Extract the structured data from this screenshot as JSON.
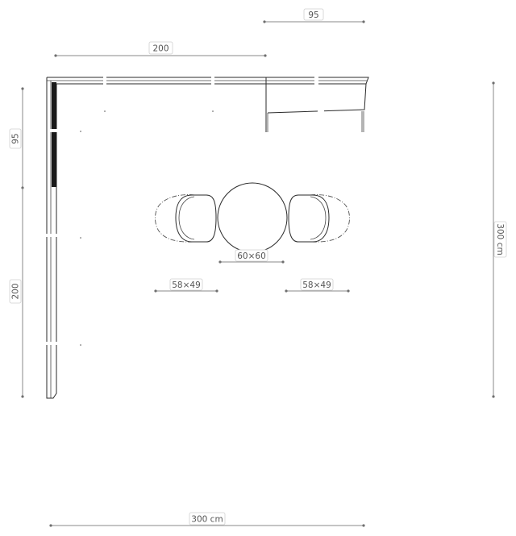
{
  "dimensions": {
    "top_right": "95",
    "top_middle": "200",
    "left_upper": "95",
    "left_lower": "200",
    "right": "300 cm",
    "bottom": "300 cm",
    "table": "60×60",
    "chair_left": "58×49",
    "chair_right": "58×49"
  },
  "colors": {
    "line": "#2a2a2a",
    "dimension": "#8a8a8a",
    "text": "#555555",
    "wall_fill": "#1a1a1a"
  }
}
